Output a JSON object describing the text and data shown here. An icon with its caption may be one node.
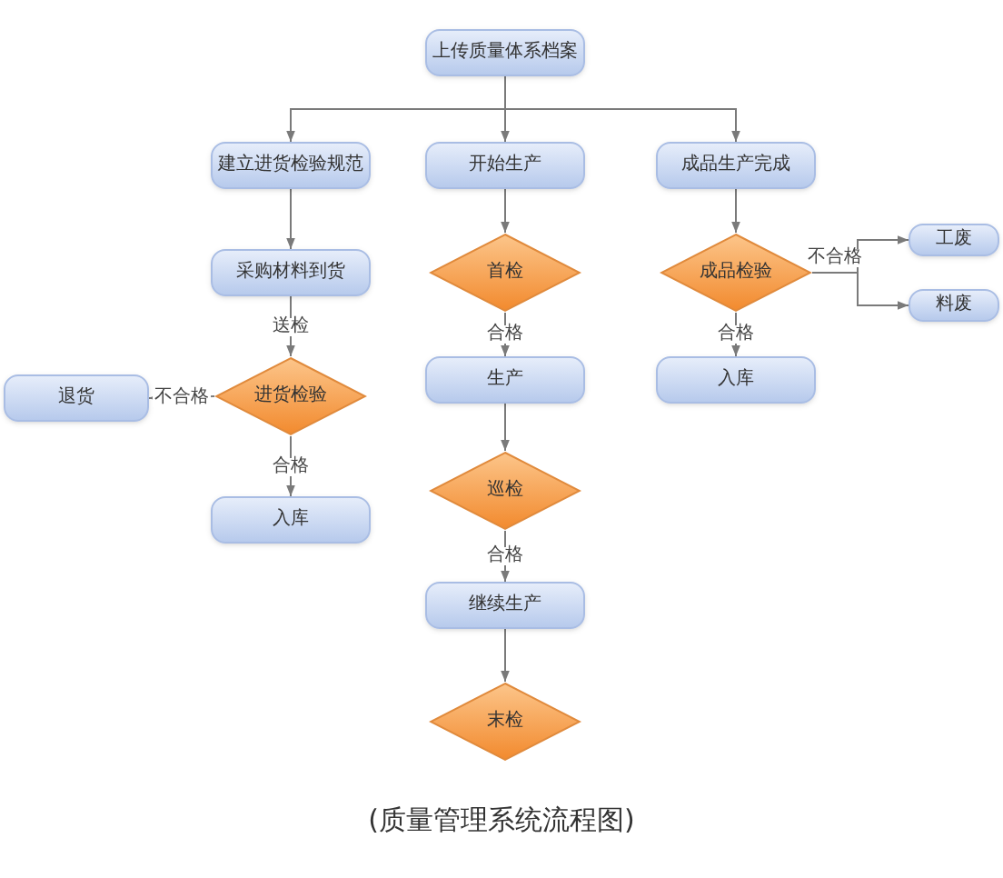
{
  "diagram": {
    "caption": "(质量管理系统流程图)",
    "nodes": [
      {
        "text": [
          "上传质量体系档案"
        ]
      },
      {
        "text": [
          "建立进货检验规范"
        ]
      },
      {
        "text": [
          "开始生产"
        ]
      },
      {
        "text": [
          "成品生产完成"
        ]
      },
      {
        "text": [
          "采购材料到货"
        ]
      },
      {
        "text": [
          "首检"
        ]
      },
      {
        "text": [
          "成品检验"
        ]
      },
      {
        "text": [
          "工废"
        ]
      },
      {
        "text": [
          "料废"
        ]
      },
      {
        "text": [
          "退货"
        ]
      },
      {
        "text": [
          "进货检验"
        ]
      },
      {
        "text": [
          "生产"
        ]
      },
      {
        "text": [
          "入库"
        ]
      },
      {
        "text": [
          "巡检"
        ]
      },
      {
        "text": [
          "入库"
        ]
      },
      {
        "text": [
          "继续生产"
        ]
      },
      {
        "text": [
          "末检"
        ]
      }
    ],
    "edges": [
      {
        "from": 0,
        "to": 1,
        "arrow": "to"
      },
      {
        "from": 0,
        "to": 2,
        "arrow": "to"
      },
      {
        "from": 0,
        "to": 3,
        "arrow": "to"
      },
      {
        "from": 1,
        "to": 4,
        "arrow": "to"
      },
      {
        "from": 4,
        "to": 10,
        "arrow": "to",
        "label": "送检"
      },
      {
        "from": 10,
        "to": 9,
        "arrow": "to",
        "label": "不合格"
      },
      {
        "from": 10,
        "to": 14,
        "arrow": "to",
        "label": "合格"
      },
      {
        "from": 2,
        "to": 5,
        "arrow": "to"
      },
      {
        "from": 5,
        "to": 11,
        "arrow": "to",
        "label": "合格"
      },
      {
        "from": 11,
        "to": 13,
        "arrow": "to"
      },
      {
        "from": 13,
        "to": 15,
        "arrow": "to",
        "label": "合格"
      },
      {
        "from": 15,
        "to": 16,
        "arrow": "to"
      },
      {
        "from": 3,
        "to": 6,
        "arrow": "to"
      },
      {
        "from": 6,
        "to": 7,
        "arrow": "to",
        "label": "不合格"
      },
      {
        "from": 6,
        "to": 8,
        "arrow": "to"
      },
      {
        "from": 6,
        "to": 12,
        "arrow": "to",
        "label": "合格"
      }
    ]
  }
}
